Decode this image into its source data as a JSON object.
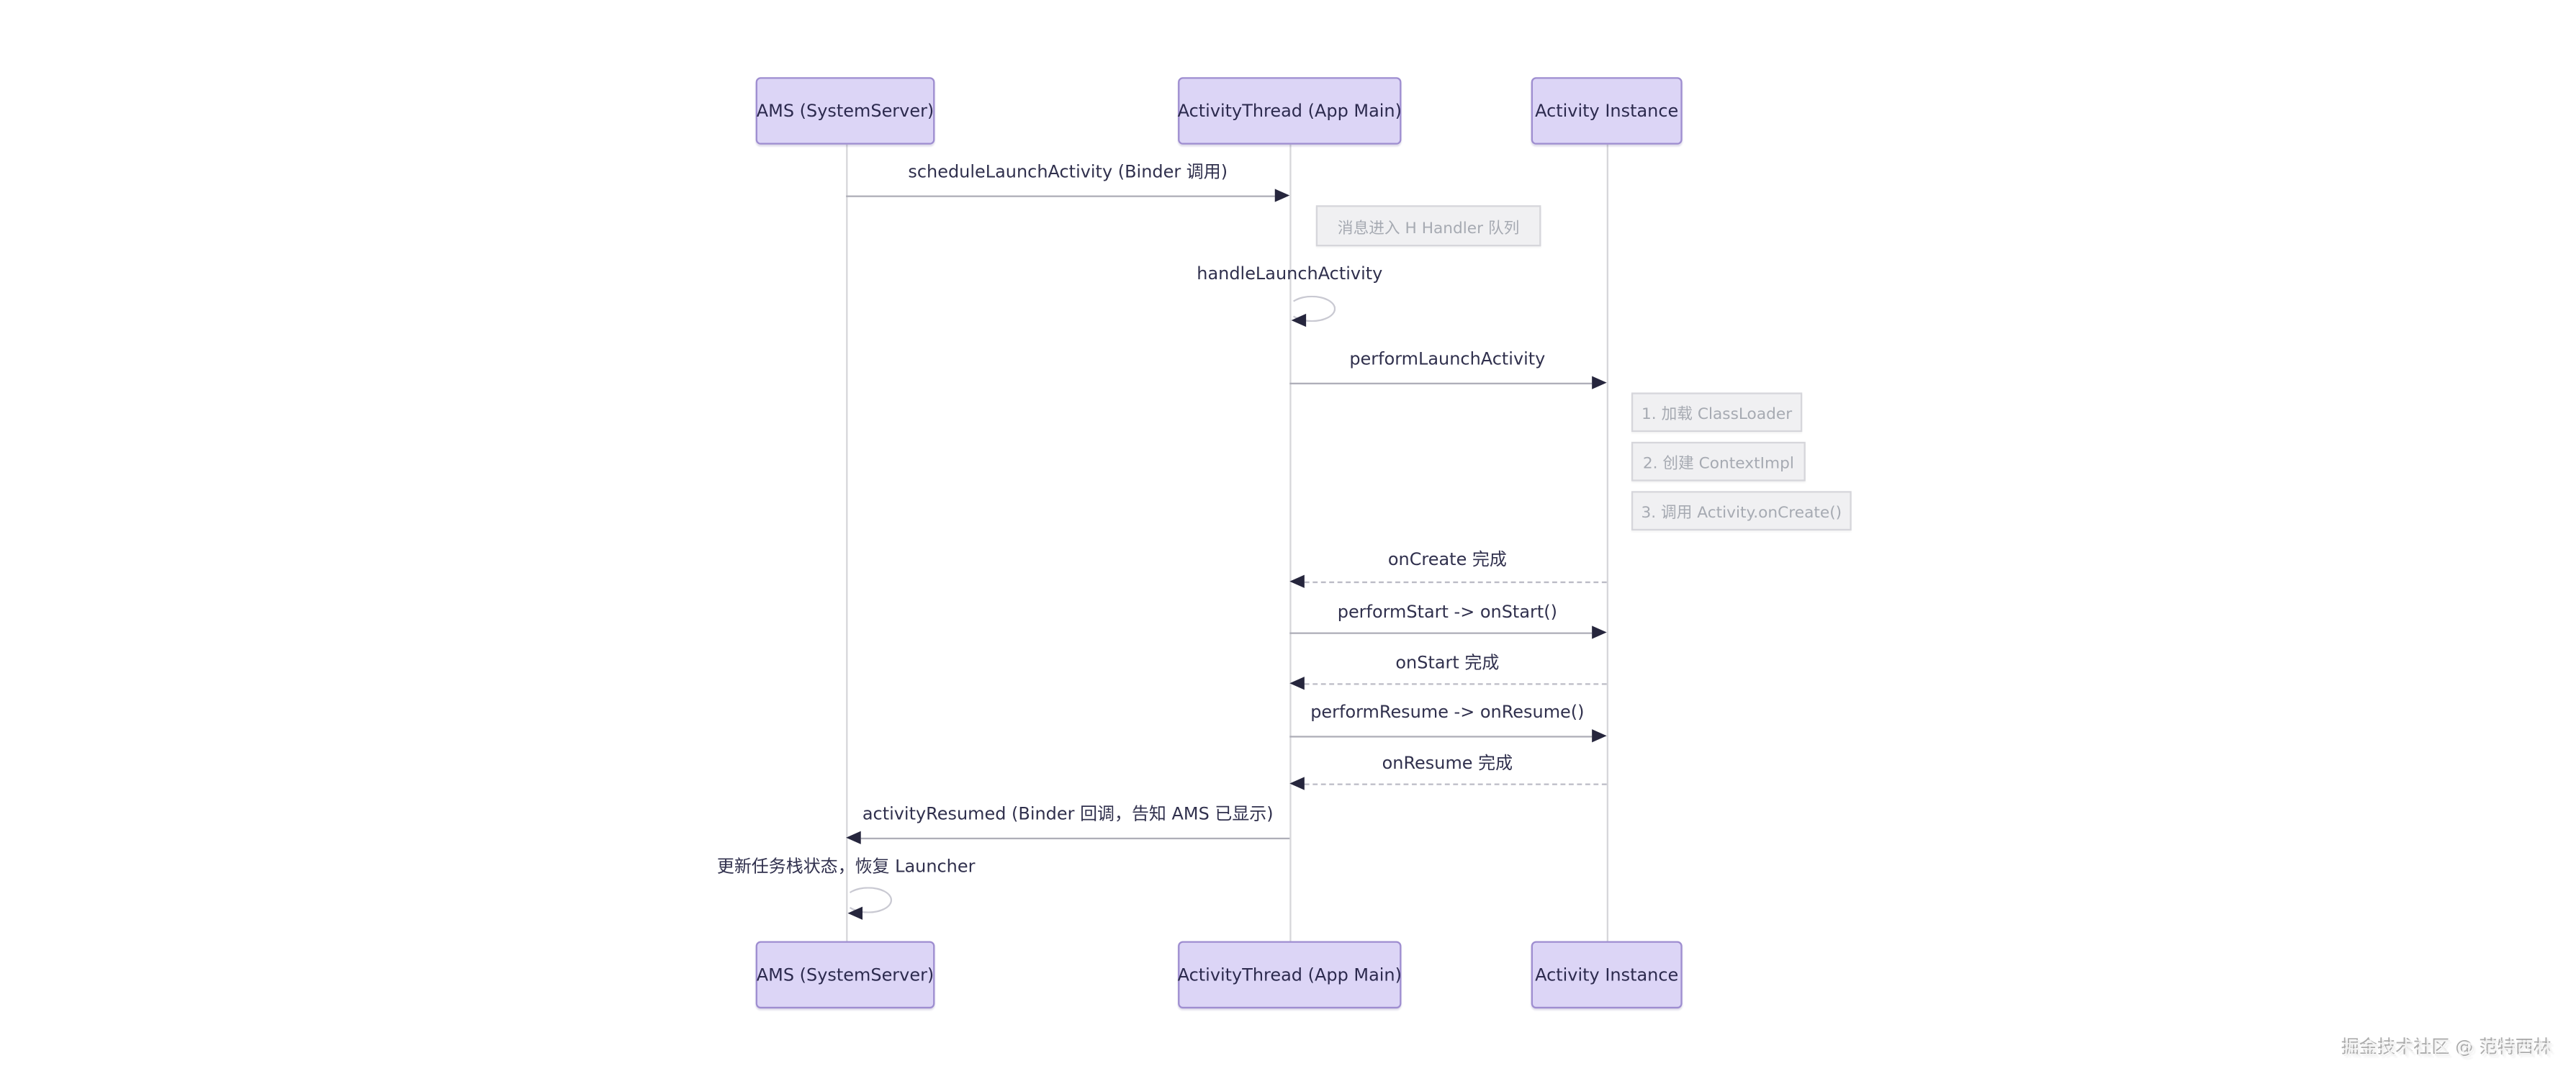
{
  "diagram": {
    "type": "sequence",
    "participants": {
      "ams": {
        "label": "AMS (SystemServer)"
      },
      "thread": {
        "label": "ActivityThread (App Main)"
      },
      "instance": {
        "label": "Activity Instance"
      }
    },
    "messages": [
      {
        "label": "scheduleLaunchActivity (Binder 调用)",
        "from": "ams",
        "to": "thread",
        "style": "solid"
      },
      {
        "label": "handleLaunchActivity",
        "from": "thread",
        "to": "thread",
        "style": "self"
      },
      {
        "label": "performLaunchActivity",
        "from": "thread",
        "to": "instance",
        "style": "solid"
      },
      {
        "label": "onCreate 完成",
        "from": "instance",
        "to": "thread",
        "style": "dashed"
      },
      {
        "label": "performStart -> onStart()",
        "from": "thread",
        "to": "instance",
        "style": "solid"
      },
      {
        "label": "onStart 完成",
        "from": "instance",
        "to": "thread",
        "style": "dashed"
      },
      {
        "label": "performResume -> onResume()",
        "from": "thread",
        "to": "instance",
        "style": "solid"
      },
      {
        "label": "onResume 完成",
        "from": "instance",
        "to": "thread",
        "style": "dashed"
      },
      {
        "label": "activityResumed (Binder 回调，告知 AMS 已显示)",
        "from": "thread",
        "to": "ams",
        "style": "solid"
      },
      {
        "label": "更新任务栈状态，恢复 Launcher",
        "from": "ams",
        "to": "ams",
        "style": "self"
      }
    ],
    "notes": {
      "handler_queue": "消息进入 H Handler 队列",
      "launch_steps": [
        "1. 加载 ClassLoader",
        "2. 创建 ContextImpl",
        "3. 调用 Activity.onCreate()"
      ]
    },
    "colors": {
      "participant_fill": "#dcd5f6",
      "participant_border": "#9e8dd0",
      "participant_text": "#2c2a4e",
      "note_fill": "#f0f0f2",
      "note_border": "#d6d6db",
      "note_text": "#a6aab2",
      "message_text": "#30304d",
      "message_line": "#aeaeb8",
      "arrowhead": "#26263d",
      "lifeline": "#d6d6da",
      "background": "#ffffff"
    },
    "watermark": {
      "text": "掘金技术社区 @ 范特西林"
    }
  }
}
